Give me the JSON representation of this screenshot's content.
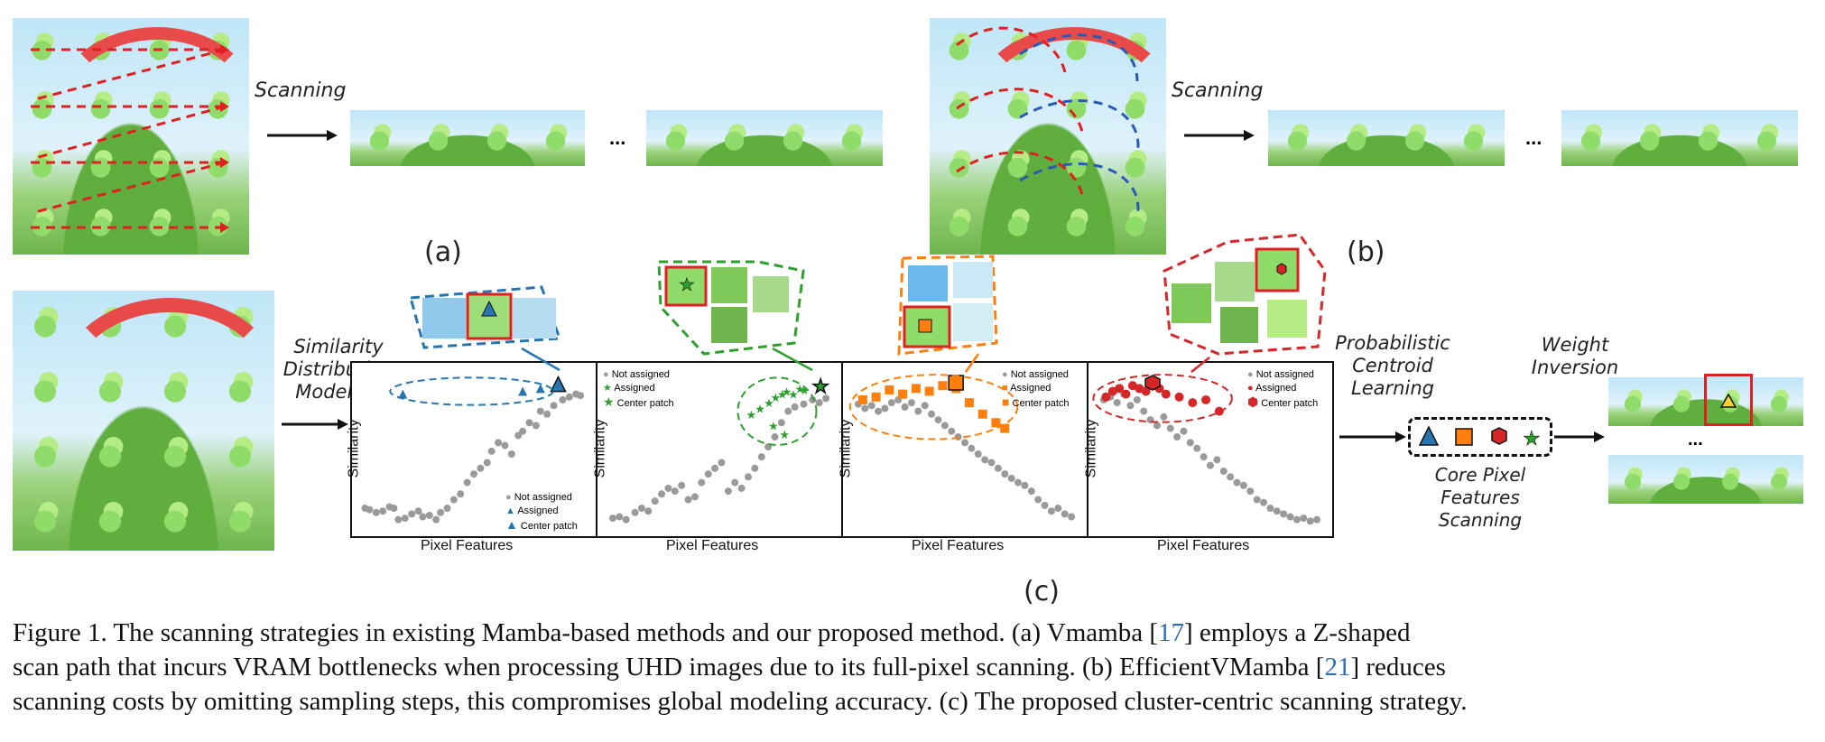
{
  "labels": {
    "scanning": "Scanning",
    "ellipsis": "...",
    "panel_a": "(a)",
    "panel_b": "(b)",
    "panel_c": "(c)",
    "similarity_modeling": [
      "Similarity",
      "Distribution",
      "Modeling"
    ],
    "probabilistic": [
      "Probabilistic",
      "Centroid",
      "Learning"
    ],
    "weight_inversion": [
      "Weight",
      "Inversion"
    ],
    "core_pixel": [
      "Core Pixel",
      "Features",
      "Scanning"
    ]
  },
  "chart_common": {
    "xlabel": "Pixel Features",
    "ylabel": "Similarity",
    "legend": [
      "Not assigned",
      "Assigned",
      "Center patch"
    ]
  },
  "colors": {
    "blue": "#2576b3",
    "green": "#2ca02c",
    "orange": "#ff7f0e",
    "red": "#d62728",
    "grey": "#9a9a9a",
    "arrow_red": "#e02020"
  },
  "chart_data": [
    {
      "type": "scatter",
      "legend_loc": "bottom-right",
      "series": [
        {
          "name": "Not assigned",
          "x": [
            1,
            3,
            6,
            9,
            12,
            14,
            16,
            19,
            22,
            25,
            27,
            30,
            33,
            35,
            38,
            41,
            44,
            47,
            50,
            53,
            56,
            58,
            61,
            64,
            67,
            70,
            72,
            75,
            78,
            80,
            83,
            86,
            90,
            93,
            96,
            98
          ],
          "y": [
            12,
            11,
            9,
            10,
            13,
            12,
            4,
            5,
            8,
            10,
            6,
            7,
            4,
            9,
            12,
            18,
            22,
            30,
            36,
            40,
            44,
            52,
            58,
            56,
            50,
            63,
            66,
            72,
            70,
            80,
            78,
            84,
            88,
            90,
            92,
            91
          ]
        },
        {
          "name": "Assigned",
          "x": [
            18,
            72,
            80
          ],
          "y": [
            92,
            94,
            96
          ]
        },
        {
          "name": "Center patch",
          "x": [
            88
          ],
          "y": [
            99
          ]
        }
      ]
    },
    {
      "type": "scatter",
      "legend_loc": "top-left",
      "series": [
        {
          "name": "Not assigned",
          "x": [
            2,
            5,
            8,
            12,
            15,
            18,
            21,
            24,
            27,
            30,
            33,
            36,
            39,
            42,
            45,
            48,
            51,
            54,
            57,
            60,
            63,
            66,
            69,
            72,
            75,
            78,
            81,
            84,
            88,
            92,
            95,
            98
          ],
          "y": [
            5,
            6,
            4,
            9,
            12,
            10,
            17,
            22,
            26,
            24,
            28,
            18,
            20,
            30,
            36,
            40,
            44,
            24,
            30,
            26,
            34,
            40,
            48,
            55,
            62,
            72,
            80,
            83,
            85,
            88,
            86,
            89
          ]
        },
        {
          "name": "Assigned",
          "x": [
            64,
            68,
            72,
            75,
            78,
            80,
            83,
            86,
            88,
            74,
            79
          ],
          "y": [
            78,
            82,
            86,
            90,
            92,
            94,
            92,
            96,
            95,
            70,
            64
          ]
        },
        {
          "name": "Center patch",
          "x": [
            95
          ],
          "y": [
            98
          ]
        }
      ]
    },
    {
      "type": "scatter",
      "legend_loc": "top-right",
      "series": [
        {
          "name": "Not assigned",
          "x": [
            2,
            5,
            8,
            11,
            14,
            17,
            20,
            23,
            26,
            29,
            32,
            35,
            38,
            41,
            44,
            47,
            50,
            53,
            56,
            59,
            62,
            65,
            68,
            71,
            74,
            77,
            80,
            83,
            86,
            89,
            92,
            95,
            98
          ],
          "y": [
            85,
            82,
            84,
            80,
            82,
            86,
            88,
            83,
            86,
            80,
            84,
            78,
            74,
            70,
            66,
            62,
            58,
            54,
            50,
            46,
            44,
            40,
            36,
            33,
            30,
            28,
            24,
            18,
            14,
            10,
            12,
            8,
            6
          ]
        },
        {
          "name": "Assigned",
          "x": [
            4,
            10,
            16,
            22,
            28,
            34,
            40,
            46,
            52,
            58,
            64,
            68
          ],
          "y": [
            88,
            90,
            95,
            92,
            96,
            94,
            98,
            96,
            86,
            78,
            72,
            68
          ]
        },
        {
          "name": "Center patch",
          "x": [
            46
          ],
          "y": [
            100
          ]
        }
      ]
    },
    {
      "type": "scatter",
      "legend_loc": "top-right",
      "series": [
        {
          "name": "Not assigned",
          "x": [
            2,
            5,
            8,
            11,
            14,
            17,
            20,
            23,
            26,
            29,
            32,
            35,
            38,
            41,
            44,
            47,
            50,
            53,
            56,
            59,
            62,
            65,
            68,
            71,
            74,
            77,
            80,
            83,
            86,
            89,
            92,
            95,
            98
          ],
          "y": [
            88,
            90,
            86,
            92,
            84,
            88,
            80,
            74,
            70,
            76,
            68,
            62,
            66,
            58,
            54,
            48,
            42,
            46,
            38,
            34,
            30,
            28,
            24,
            18,
            16,
            12,
            10,
            8,
            6,
            4,
            5,
            3,
            4
          ]
        },
        {
          "name": "Assigned",
          "x": [
            3,
            6,
            9,
            12,
            15,
            18,
            21,
            24,
            27,
            30,
            36,
            42,
            48,
            54
          ],
          "y": [
            90,
            94,
            96,
            92,
            98,
            96,
            94,
            98,
            96,
            92,
            90,
            86,
            88,
            80
          ]
        },
        {
          "name": "Center patch",
          "x": [
            24
          ],
          "y": [
            100
          ]
        }
      ]
    }
  ],
  "caption": {
    "line1_a": "Figure 1.  The scanning strategies in existing Mamba-based methods and our proposed method.  (a) Vmamba [",
    "cite1": "17",
    "line1_b": "] employs a Z-shaped",
    "line2": "scan path that incurs VRAM bottlenecks when processing UHD images due to its full-pixel scanning. (b) EfficientVMamba [",
    "cite2": "21",
    "line2_b": "] reduces",
    "line3": "scanning costs by omitting sampling steps, this compromises global modeling accuracy. (c) The proposed cluster-centric scanning strategy."
  }
}
